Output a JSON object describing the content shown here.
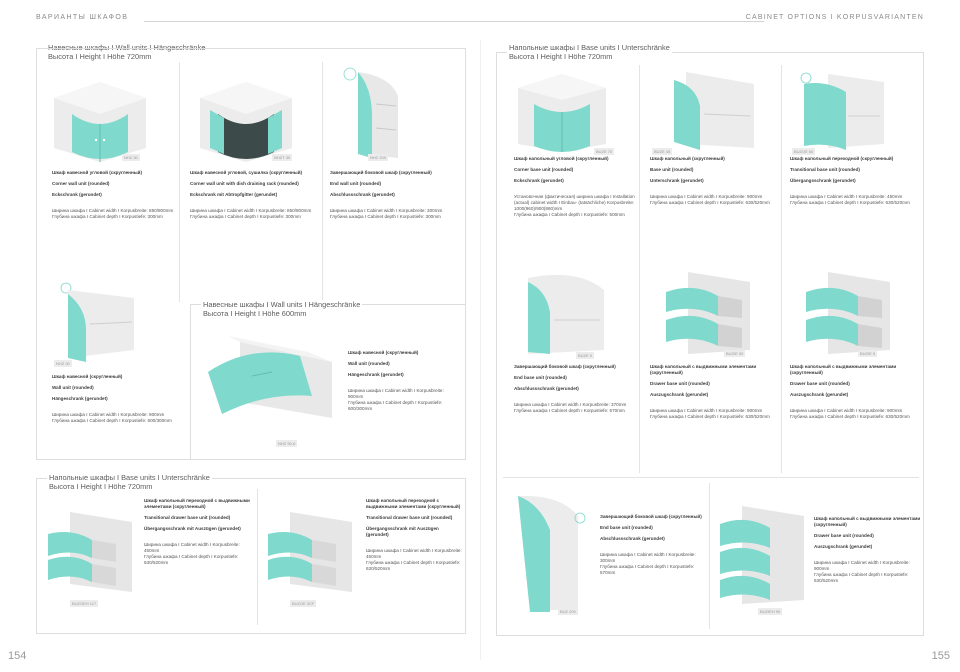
{
  "header": {
    "left": "ВАРИАНТЫ ШКАФОВ",
    "right": "CABINET OPTIONS I KORPUSVARIANTEN"
  },
  "pages": {
    "left": "154",
    "right": "155"
  },
  "sections": {
    "wall720": {
      "title": "Навесные шкафы I Wall units I Hängeschränke",
      "height": "Высота I Height I Höhe 720mm"
    },
    "wall600": {
      "title": "Навесные шкафы I Wall units I Hängeschränke",
      "height": "Высота I Height I Höhe 600mm"
    },
    "base_left": {
      "title": "Напольные шкафы I Base units I Unterschränke",
      "height": "Высота I Height I Höhe 720mm"
    },
    "base_right": {
      "title": "Напольные шкафы I Base units I Unterschränke",
      "height": "Высота I Height I Höhe 720mm"
    }
  },
  "items": {
    "wall_corner": {
      "code": "NHZ 30",
      "ru": "Шкаф навесной угловой (скругленный)",
      "en": "Corner wall unit (rounded)",
      "de": "Eckschrank (gerundet)",
      "w": "Ширина шкафа I Cabinet width I Korpusbreite: 850/800mm",
      "d": "Глубина шкафа I Cabinet depth I Korpustiefe: 300mm"
    },
    "wall_corner_dish": {
      "code": "NHZT 30",
      "ru": "Шкаф навесной угловой, сушилка (скругленный)",
      "en": "Corner wall unit with dish draining rack (rounded)",
      "de": "Eckschrank mit Abtropfgitter (gerundet)",
      "w": "Ширина шкафа I Cabinet width I Korpusbreite: 850/800mm",
      "d": "Глубина шкафа I Cabinet depth I Korpustiefe: 300mm"
    },
    "wall_end": {
      "code": "NHZ 209",
      "ru": "Завершающий боковой шкаф (скругленный)",
      "en": "End wall unit (rounded)",
      "de": "Abschlussschrank (gerundet)",
      "w": "Ширина шкафа I Cabinet width I Korpusbreite: 300mm",
      "d": "Глубина шкафа I Cabinet depth I Korpustiefe: 300mm"
    },
    "wall_unit": {
      "code": "NHZ 30",
      "ru": "Шкаф навесной (скругленный)",
      "en": "Wall unit (rounded)",
      "de": "Hängeschrank (gerundet)",
      "w": "Ширина шкафа I Cabinet width I Korpusbreite: 900mm",
      "d": "Глубина шкафа I Cabinet depth I Korpustiefe: 600/300mm"
    },
    "wall_unit_600": {
      "code": "NHZ 90-6",
      "ru": "Шкаф навесной (скругленный)",
      "en": "Wall unit (rounded)",
      "de": "Hängeschrank (gerundet)",
      "w": "Ширина шкафа I Cabinet width I Korpusbreite: 900mm",
      "d": "Глубина шкафа I Cabinet depth I Korpustiefe: 600/300mm"
    },
    "base_trans_drawer_l1": {
      "code": "BUZOEH 117",
      "ru": "Шкаф напольный переходной с выдвижными элементами (скругленный)",
      "en": "Transitional drawer base unit (rounded)",
      "de": "Übergangsschrank mit Auszügen (gerundet)",
      "w": "Ширина шкафа I Cabinet width I Korpusbreite: 450mm",
      "d": "Глубина шкафа I Cabinet depth I Korpustiefe: 630/520mm"
    },
    "base_trans_drawer_l2": {
      "code": "BUZOE 3CF",
      "ru": "Шкаф напольный переходной с выдвижными элементами (скругленный)",
      "en": "Transitional drawer base unit (rounded)",
      "de": "Übergangsschrank mit Auszügen (gerundet)",
      "w": "Ширина шкафа I Cabinet width I Korpusbreite: 450mm",
      "d": "Глубина шкафа I Cabinet depth I Korpustiefe: 630/520mm"
    },
    "base_corner": {
      "code": "BUZE 70",
      "ru": "Шкаф напольный угловой (скругленный)",
      "en": "Corner base unit (rounded)",
      "de": "Eckschrank (gerundet)",
      "extra": "Установочная (фактическая) ширина шкафа I Installation (actual) cabinet width I Einbau- (tatsächliche) Korpusbreite: 1000(960)/900(860)mm",
      "d": "Глубина шкафа I Cabinet depth I Korpustiefe: 500mm"
    },
    "base_unit": {
      "code": "BUZE 45",
      "ru": "Шкаф напольный (скругленный)",
      "en": "Base unit (rounded)",
      "de": "Unterschrank (gerundet)",
      "w": "Ширина шкафа I Cabinet width I Korpusbreite: 900mm",
      "d": "Глубина шкафа I Cabinet depth I Korpustiefe: 630/520mm"
    },
    "base_trans": {
      "code": "BUZOE 60",
      "ru": "Шкаф напольный переходной (скругленный)",
      "en": "Transitional base unit (rounded)",
      "de": "Übergangsschrank (gerundet)",
      "w": "Ширина шкафа I Cabinet width I Korpusbreite: 450mm",
      "d": "Глубина шкафа I Cabinet depth I Korpustiefe: 630/520mm"
    },
    "base_end": {
      "code": "BUZE 9",
      "ru": "Завершающий боковой шкаф (скругленный)",
      "en": "End base unit (rounded)",
      "de": "Abschlussschrank (gerundet)",
      "w": "Ширина шкафа I Cabinet width I Korpusbreite: 370mm",
      "d": "Глубина шкафа I Cabinet depth I Korpustiefe: 570mm"
    },
    "base_drawer": {
      "code": "BUZIE 90",
      "ru": "Шкаф напольный с выдвижными элементами (скругленный)",
      "en": "Drawer base unit (rounded)",
      "de": "Auszugschrank (gerundet)",
      "w": "Ширина шкафа I Cabinet width I Korpusbreite: 900mm",
      "d": "Глубина шкафа I Cabinet depth I Korpustiefe: 630/520mm"
    },
    "base_drawer_b": {
      "code": "BUZIE 9",
      "ru": "Шкаф напольный с выдвижными элементами (скругленный)",
      "en": "Drawer base unit (rounded)",
      "de": "Auszugschrank (gerundet)",
      "w": "Ширина шкафа I Cabinet width I Korpusbreite: 900mm",
      "d": "Глубина шкафа I Cabinet depth I Korpustiefe: 630/520mm"
    },
    "base_end_tall": {
      "code": "BUZ 209",
      "ru": "Завершающий боковой шкаф (скругленный)",
      "en": "End base unit (rounded)",
      "de": "Abschlussschrank (gerundet)",
      "w": "Ширина шкафа I Cabinet width I Korpusbreite: 300mm",
      "d": "Глубина шкафа I Cabinet depth I Korpustiefe: 570mm"
    },
    "base_drawer_c": {
      "code": "BUZIEH 90",
      "ru": "Шкаф напольный с выдвижными элементами (скругленный)",
      "en": "Drawer base unit (rounded)",
      "de": "Auszugschrank (gerundet)",
      "w": "Ширина шкафа I Cabinet width I Korpusbreite: 900mm",
      "d": "Глубина шкафа I Cabinet depth I Korpustiefe: 630/520mm"
    }
  },
  "colors": {
    "front": "#7fd9cc",
    "front_dark": "#5fbfb2",
    "carcass": "#e9e9e9",
    "carcass_dark": "#cfcfcf"
  }
}
